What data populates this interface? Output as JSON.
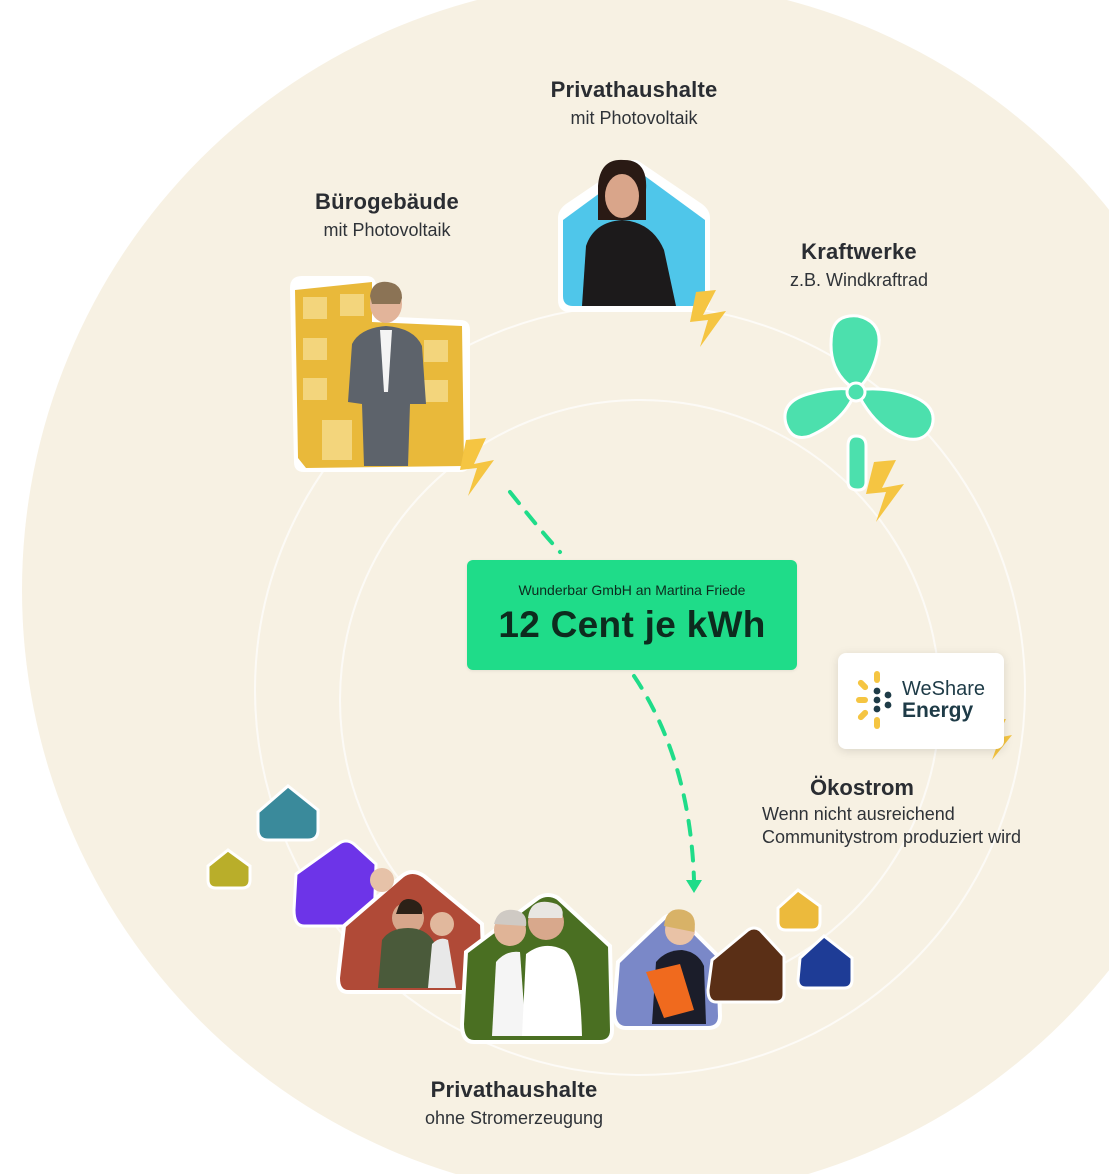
{
  "nodes": {
    "households_pv": {
      "title": "Privathaushalte",
      "subtitle": "mit Photovoltaik"
    },
    "office": {
      "title": "Bürogebäude",
      "subtitle": "mit Photovoltaik"
    },
    "powerplant": {
      "title": "Kraftwerke",
      "subtitle": "z.B. Windkraftrad"
    },
    "households_no_gen": {
      "title": "Privathaushalte",
      "subtitle": "ohne Stromerzeugung"
    },
    "eco": {
      "title": "Ökostrom",
      "line1": "Wenn nicht ausreichend",
      "line2": "Communitystrom produziert wird"
    }
  },
  "price_box": {
    "subtitle": "Wunderbar GmbH an Martina Friede",
    "title": "12 Cent je kWh"
  },
  "logo": {
    "line1": "WeShare",
    "line2": "Energy"
  },
  "colors": {
    "background_circle": "#f7f1e3",
    "accent_green": "#1fdc89",
    "bolt_yellow": "#f5c542",
    "office_yellow": "#e9b93a",
    "sky_blue": "#4fc6ea",
    "turbine_green": "#4ce0ad"
  },
  "icons": [
    "lightning-bolt-icon",
    "wind-turbine-icon",
    "house-icon",
    "office-building-icon",
    "weshare-logo-icon"
  ]
}
